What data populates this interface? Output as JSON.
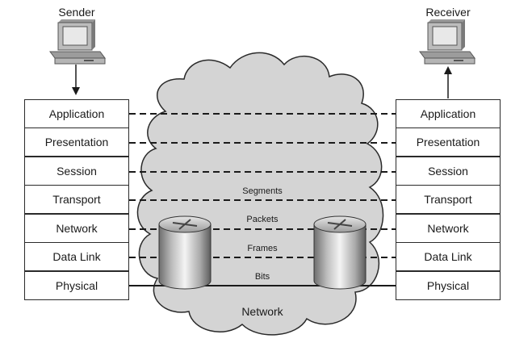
{
  "sender": {
    "title": "Sender"
  },
  "receiver": {
    "title": "Receiver"
  },
  "layers": [
    "Application",
    "Presentation",
    "Session",
    "Transport",
    "Network",
    "Data Link",
    "Physical"
  ],
  "flow_labels": {
    "transport": "Segments",
    "network": "Packets",
    "data_link": "Frames",
    "physical": "Bits"
  },
  "cloud": {
    "label": "Network",
    "color": "#d4d4d4"
  },
  "icons": [
    "computer-icon",
    "router-icon",
    "arrow-down-icon",
    "arrow-up-icon"
  ]
}
